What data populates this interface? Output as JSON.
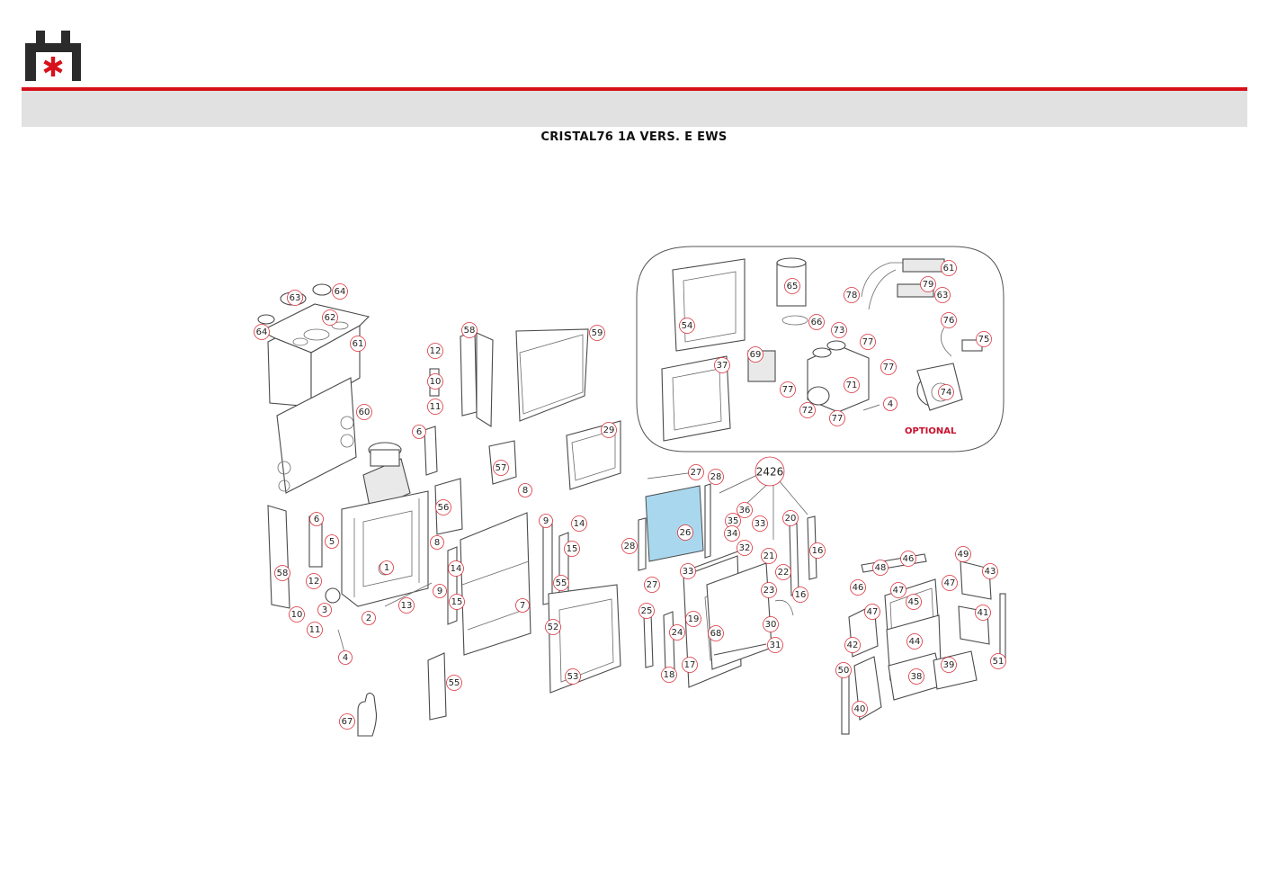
{
  "header": {
    "title": "CRISTAL76 1A VERS. E EWS",
    "logo_icon": "brand-logo-icon",
    "rule_color": "#d7111b",
    "band_color": "#e1e1e1"
  },
  "optional": {
    "label": "OPTIONAL"
  },
  "callouts": [
    "63",
    "64",
    "62",
    "64",
    "61",
    "60",
    "58",
    "6",
    "5",
    "1",
    "12",
    "3",
    "10",
    "11",
    "2",
    "4",
    "13",
    "58",
    "12",
    "10",
    "11",
    "6",
    "56",
    "57",
    "8",
    "8",
    "9",
    "14",
    "15",
    "7",
    "55",
    "9",
    "14",
    "15",
    "55",
    "59",
    "29",
    "52",
    "53",
    "67",
    "54",
    "37",
    "65",
    "66",
    "69",
    "73",
    "77",
    "77",
    "77",
    "71",
    "72",
    "77",
    "4",
    "78",
    "61",
    "79",
    "63",
    "76",
    "75",
    "74",
    "2426",
    "27",
    "28",
    "26",
    "28",
    "36",
    "35",
    "34",
    "33",
    "32",
    "27",
    "33",
    "16",
    "25",
    "19",
    "24",
    "68",
    "17",
    "18",
    "20",
    "21",
    "22",
    "23",
    "16",
    "30",
    "31",
    "48",
    "46",
    "46",
    "49",
    "43",
    "47",
    "45",
    "47",
    "47",
    "42",
    "44",
    "41",
    "50",
    "38",
    "39",
    "40",
    "51"
  ]
}
